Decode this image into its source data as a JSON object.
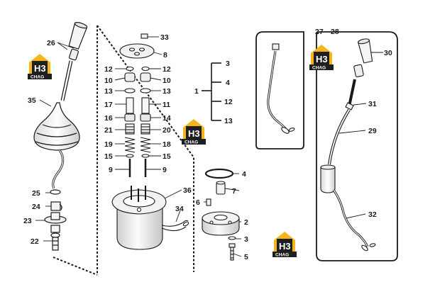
{
  "diagram": {
    "callouts": {
      "c26": "26",
      "c35": "35",
      "c25": "25",
      "c24": "24",
      "c23": "23",
      "c22": "22",
      "c33": "33",
      "c8": "8",
      "c12a": "12",
      "c12b": "12",
      "c10a": "10",
      "c10b": "10",
      "c13a": "13",
      "c13b": "13",
      "c17": "17",
      "c11": "11",
      "c16": "16",
      "c14": "14",
      "c21": "21",
      "c20": "20",
      "c19": "19",
      "c18": "18",
      "c15a": "15",
      "c15b": "15",
      "c9a": "9",
      "c9b": "9",
      "c36": "36",
      "c34": "34",
      "c3a": "3",
      "c4a": "4",
      "c1": "1",
      "c12c": "12",
      "c13c": "13",
      "c4b": "4",
      "c7": "7",
      "c6": "6",
      "c2": "2",
      "c3b": "3",
      "c5": "5",
      "c27": "27",
      "c28": "28",
      "c30": "30",
      "c31": "31",
      "c29": "29",
      "c32": "32"
    },
    "logos": [
      {
        "letters": "H3",
        "caption": "CHAG"
      },
      {
        "letters": "H3",
        "caption": "CHAG"
      },
      {
        "letters": "H3",
        "caption": "CHAG"
      },
      {
        "letters": "H3",
        "caption": "CHAG"
      }
    ],
    "colors": {
      "line": "#1a1a1a",
      "logo_roof": "#f3b51b",
      "logo_body": "#1f1f1f",
      "part_fill": "#f4f4f4"
    }
  }
}
